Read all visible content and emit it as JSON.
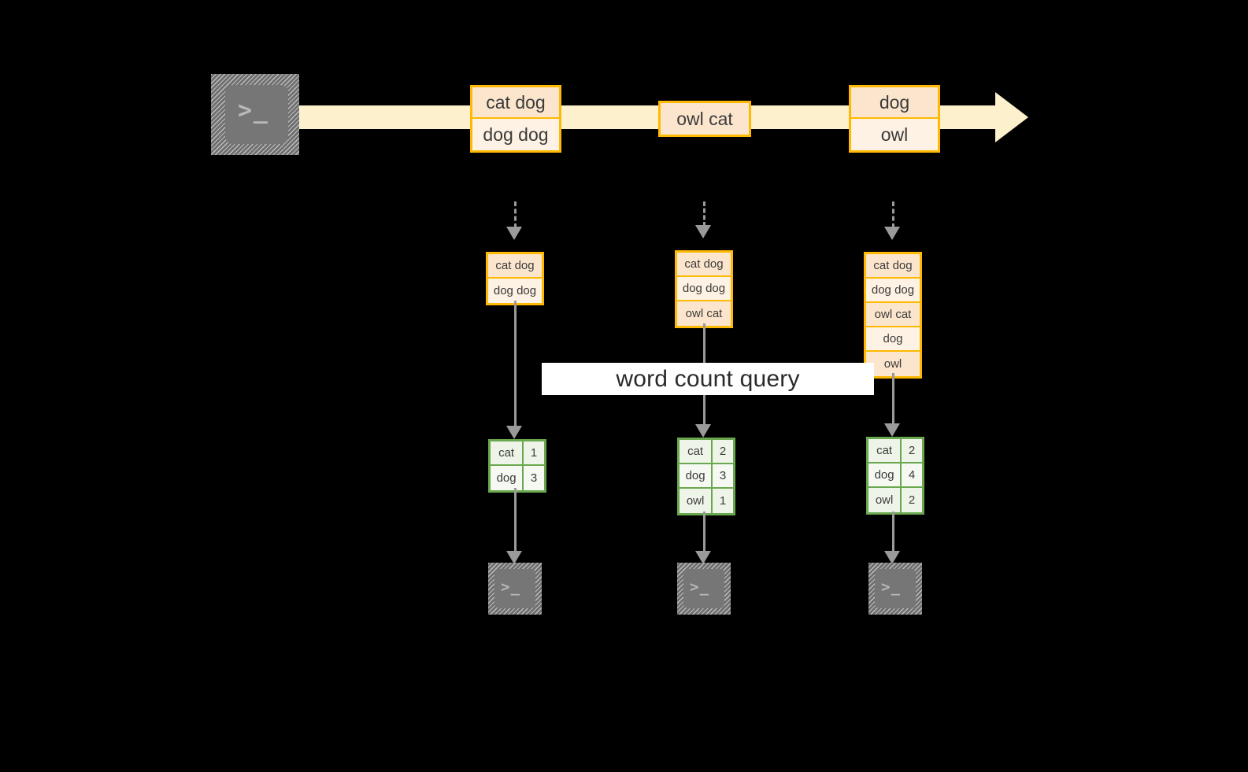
{
  "diagram": {
    "title_label": "word count query",
    "colors": {
      "background": "#000000",
      "stream_fill": "#fdf0cd",
      "record_border": "#ffb900",
      "record_fill_light": "#fdf2e3",
      "record_fill_dark": "#fce5cd",
      "table_border": "#6aa84f",
      "table_fill_light": "#f5f9f2",
      "table_fill_dark": "#eef5e8",
      "connector": "#9a9a9a",
      "terminal_body": "#767676",
      "label_band": "#ffffff"
    },
    "source": {
      "icon": "terminal-icon",
      "prompt_text": ">_"
    },
    "stream": {
      "icon": "right-arrow-icon",
      "groups": [
        {
          "name": "stream-group-1",
          "rows": [
            "cat dog",
            "dog dog"
          ]
        },
        {
          "name": "stream-group-2",
          "rows": [
            "owl cat"
          ]
        },
        {
          "name": "stream-group-3",
          "rows": [
            "dog",
            "owl"
          ]
        }
      ]
    },
    "snapshots": [
      {
        "name": "snapshot-1",
        "records": [
          "cat dog",
          "dog dog"
        ],
        "counts": [
          {
            "word": "cat",
            "count": "1"
          },
          {
            "word": "dog",
            "count": "3"
          }
        ],
        "sink_prompt": ">_"
      },
      {
        "name": "snapshot-2",
        "records": [
          "cat dog",
          "dog dog",
          "owl cat"
        ],
        "counts": [
          {
            "word": "cat",
            "count": "2"
          },
          {
            "word": "dog",
            "count": "3"
          },
          {
            "word": "owl",
            "count": "1"
          }
        ],
        "sink_prompt": ">_"
      },
      {
        "name": "snapshot-3",
        "records": [
          "cat dog",
          "dog dog",
          "owl cat",
          "dog",
          "owl"
        ],
        "counts": [
          {
            "word": "cat",
            "count": "2"
          },
          {
            "word": "dog",
            "count": "4"
          },
          {
            "word": "owl",
            "count": "2"
          }
        ],
        "sink_prompt": ">_"
      }
    ]
  }
}
